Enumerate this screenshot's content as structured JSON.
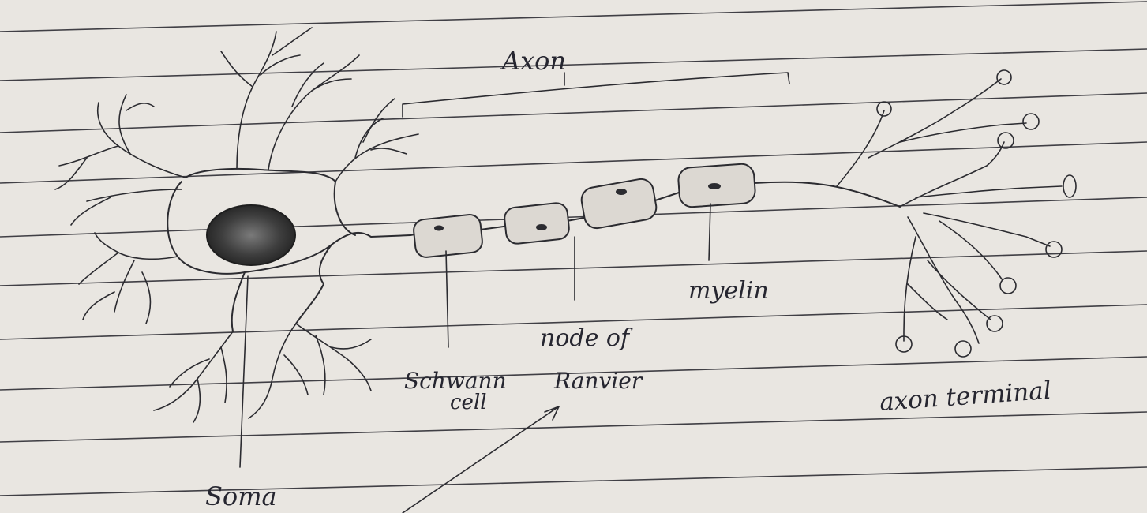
{
  "labels": {
    "axon": "Axon",
    "myelin": "myelin",
    "node_of_ranvier_line1": "node of",
    "node_of_ranvier_line2": "Ranvier",
    "schwann_cell_line1": "Schwann",
    "schwann_cell_line2": "cell",
    "axon_terminal": "axon terminal",
    "soma": "Soma"
  },
  "colors": {
    "paper": "#e9e6e1",
    "ink": "#2b2b30",
    "nucleus": "#4a4a4a"
  }
}
